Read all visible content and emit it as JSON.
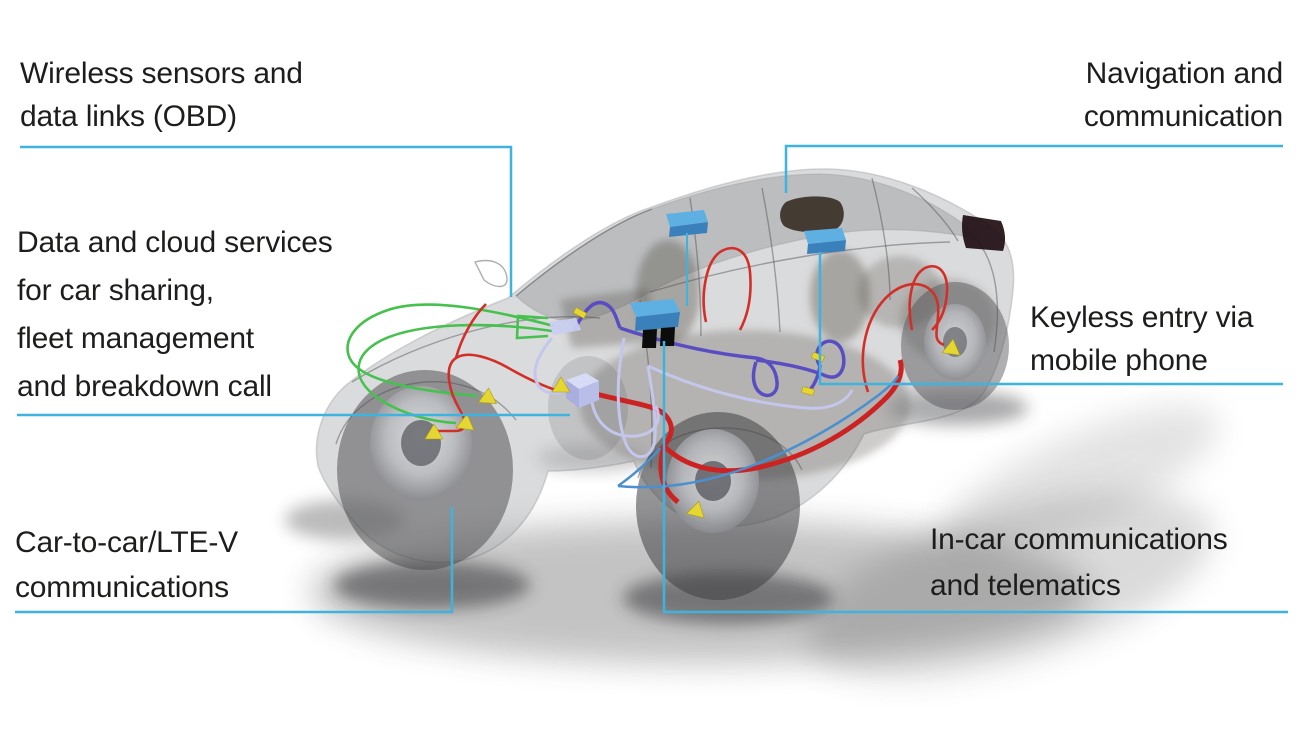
{
  "labels": {
    "wireless": {
      "lines": [
        "Wireless sensors and",
        "data links (OBD)"
      ]
    },
    "data_cloud": {
      "lines": [
        "Data and cloud services",
        "for car sharing,",
        "fleet management",
        "and breakdown call"
      ]
    },
    "car_to_car": {
      "lines": [
        "Car-to-car/LTE-V",
        "communications"
      ]
    },
    "navigation": {
      "lines": [
        "Navigation and",
        "communication"
      ]
    },
    "keyless": {
      "lines": [
        "Keyless entry via",
        "mobile phone"
      ]
    },
    "in_car": {
      "lines": [
        "In-car communications",
        "and telematics"
      ]
    }
  },
  "colors": {
    "callout_line": "#3fb3df",
    "label_text": "#1d1d1b",
    "wire_green": "#46c14e",
    "wire_red": "#d22f28",
    "wire_red_thick": "#cc2222",
    "wire_purple": "#5a4cc2",
    "wire_lavender": "#c4c6ec",
    "wire_blue": "#4a8fd0",
    "device_blue": "#5fb0e2",
    "device_blue_side": "#3a80ba",
    "device_cube": "#b9bee8",
    "marker_yellow": "#e5d72f",
    "background": "#ffffff"
  },
  "icons": {
    "antenna_marker": "yellow-triangle-antenna",
    "telematics_units": "blue-box-device",
    "gateway_cube": "lavender-cube-device",
    "roof_antenna": "dark-roof-module"
  }
}
